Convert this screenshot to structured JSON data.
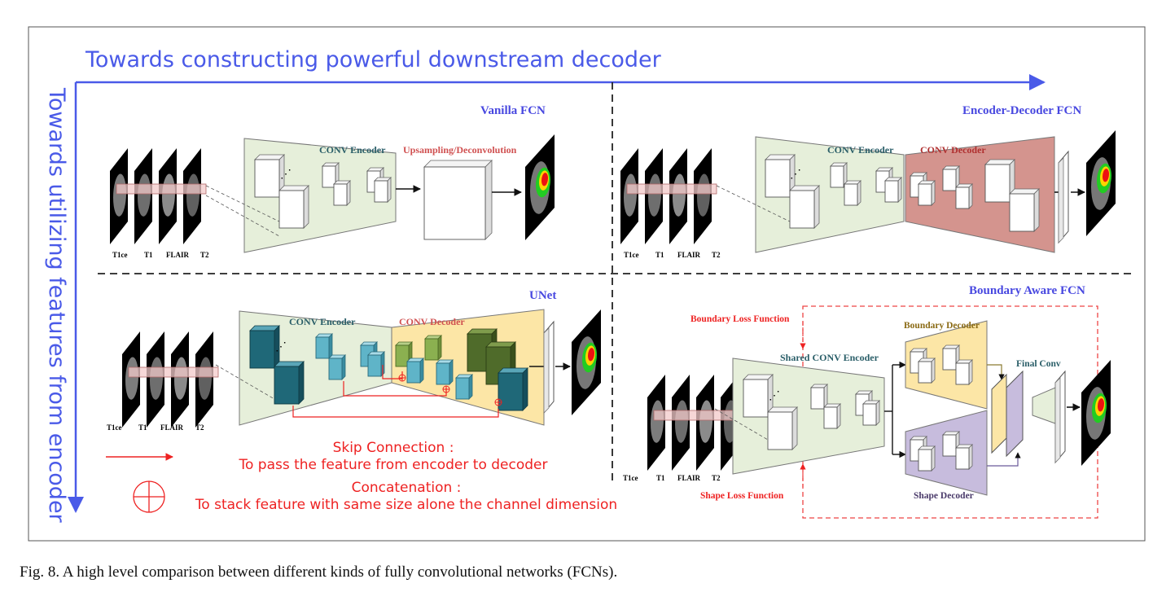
{
  "axes": {
    "horizontal": "Towards constructing powerful downstream decoder",
    "vertical": "Towards utilizing features from encoder"
  },
  "panels": {
    "vanilla": {
      "title": "Vanilla FCN",
      "encoder": "CONV Encoder",
      "upsampling": "Upsampling/Deconvolution",
      "inputs": [
        "T1ce",
        "T1",
        "FLAIR",
        "T2"
      ]
    },
    "encdec": {
      "title": "Encoder-Decoder FCN",
      "encoder": "CONV Encoder",
      "decoder": "CONV Decoder",
      "inputs": [
        "T1ce",
        "T1",
        "FLAIR",
        "T2"
      ]
    },
    "unet": {
      "title": "UNet",
      "encoder": "CONV Encoder",
      "decoder": "CONV Decoder",
      "inputs": [
        "T1ce",
        "T1",
        "FLAIR",
        "T2"
      ]
    },
    "boundary": {
      "title": "Boundary Aware FCN",
      "boundary_loss": "Boundary Loss Function",
      "shape_loss": "Shape Loss Function",
      "shared_encoder": "Shared CONV Encoder",
      "boundary_decoder": "Boundary Decoder",
      "shape_decoder": "Shape Decoder",
      "final_conv": "Final Conv",
      "inputs": [
        "T1ce",
        "T1",
        "FLAIR",
        "T2"
      ]
    }
  },
  "legend": {
    "skip_title": "Skip Connection :",
    "skip_desc": "To pass the feature from encoder to decoder",
    "concat_title": "Concatenation :",
    "concat_desc": "To stack feature with same size alone the channel dimension"
  },
  "caption": "Fig. 8.  A high level comparison between different kinds of fully convolutional networks (FCNs).",
  "colors": {
    "axis_blue": "#4a5ae8",
    "title_blue": "#4848e0",
    "encoder_fill": "#e6efda",
    "decoder_red": "#d4948e",
    "decoder_yellow": "#fce6a6",
    "shape_purple": "#c7bcdd",
    "red": "#ee2222",
    "teal_block": "#1f6878",
    "green_block": "#4f6b2a"
  }
}
